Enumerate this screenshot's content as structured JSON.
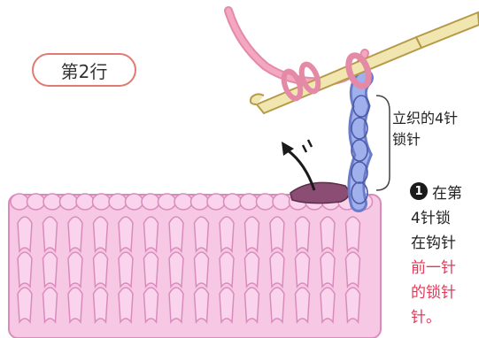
{
  "row_badge": "第2行",
  "callout": {
    "line1": "立织的4针",
    "line2": "锁针"
  },
  "step": {
    "number": "1",
    "lines": [
      {
        "text": "在第",
        "red": false
      },
      {
        "text": "4针锁",
        "red": false
      },
      {
        "text": "在钩针",
        "red": false
      },
      {
        "text": "前一针",
        "red": true
      },
      {
        "text": "的锁针",
        "red": true
      },
      {
        "text": "针。",
        "red": true
      }
    ]
  },
  "colors": {
    "yarn_pink": "#f2b8d9",
    "yarn_pink_dark": "#d98cbc",
    "chain_blue": "#8e9ee0",
    "hook_tan": "#f2e6b0",
    "badge_border": "#e07a72",
    "accent_red": "#e0395a"
  }
}
